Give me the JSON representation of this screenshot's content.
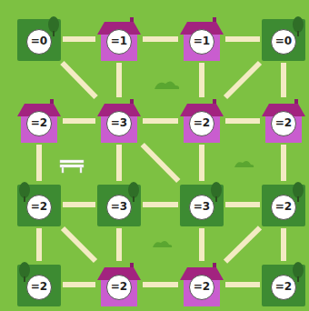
{
  "diagram": {
    "nodes": [
      {
        "text": [
          "=0"
        ]
      },
      {
        "text": [
          "=1"
        ]
      },
      {
        "text": [
          "=1"
        ]
      },
      {
        "text": [
          "=0"
        ]
      },
      {
        "text": [
          "=2"
        ]
      },
      {
        "text": [
          "=3"
        ]
      },
      {
        "text": [
          "=2"
        ]
      },
      {
        "text": [
          "=2"
        ]
      },
      {
        "text": [
          "=2"
        ]
      },
      {
        "text": [
          "=3"
        ]
      },
      {
        "text": [
          "=3"
        ]
      },
      {
        "text": [
          "=2"
        ]
      },
      {
        "text": [
          "=2"
        ]
      },
      {
        "text": [
          "=2"
        ]
      },
      {
        "text": [
          "=2"
        ]
      },
      {
        "text": [
          "=2"
        ]
      }
    ],
    "edges": [
      {
        "from": 0,
        "to": 1,
        "arrow": "none"
      },
      {
        "from": 1,
        "to": 2,
        "arrow": "none"
      },
      {
        "from": 2,
        "to": 3,
        "arrow": "none"
      },
      {
        "from": 4,
        "to": 5,
        "arrow": "none"
      },
      {
        "from": 5,
        "to": 6,
        "arrow": "none"
      },
      {
        "from": 6,
        "to": 7,
        "arrow": "none"
      },
      {
        "from": 8,
        "to": 9,
        "arrow": "none"
      },
      {
        "from": 9,
        "to": 10,
        "arrow": "none"
      },
      {
        "from": 10,
        "to": 11,
        "arrow": "none"
      },
      {
        "from": 12,
        "to": 13,
        "arrow": "none"
      },
      {
        "from": 13,
        "to": 14,
        "arrow": "none"
      },
      {
        "from": 14,
        "to": 15,
        "arrow": "none"
      },
      {
        "from": 1,
        "to": 5,
        "arrow": "none"
      },
      {
        "from": 2,
        "to": 6,
        "arrow": "none"
      },
      {
        "from": 3,
        "to": 7,
        "arrow": "none"
      },
      {
        "from": 4,
        "to": 8,
        "arrow": "none"
      },
      {
        "from": 5,
        "to": 9,
        "arrow": "none"
      },
      {
        "from": 6,
        "to": 10,
        "arrow": "none"
      },
      {
        "from": 7,
        "to": 11,
        "arrow": "none"
      },
      {
        "from": 8,
        "to": 12,
        "arrow": "none"
      },
      {
        "from": 9,
        "to": 13,
        "arrow": "none"
      },
      {
        "from": 10,
        "to": 14,
        "arrow": "none"
      },
      {
        "from": 11,
        "to": 15,
        "arrow": "none"
      },
      {
        "from": 0,
        "to": 5,
        "arrow": "none"
      },
      {
        "from": 3,
        "to": 6,
        "arrow": "none"
      },
      {
        "from": 5,
        "to": 10,
        "arrow": "none"
      },
      {
        "from": 8,
        "to": 13,
        "arrow": "none"
      },
      {
        "from": 11,
        "to": 14,
        "arrow": "none"
      }
    ]
  }
}
